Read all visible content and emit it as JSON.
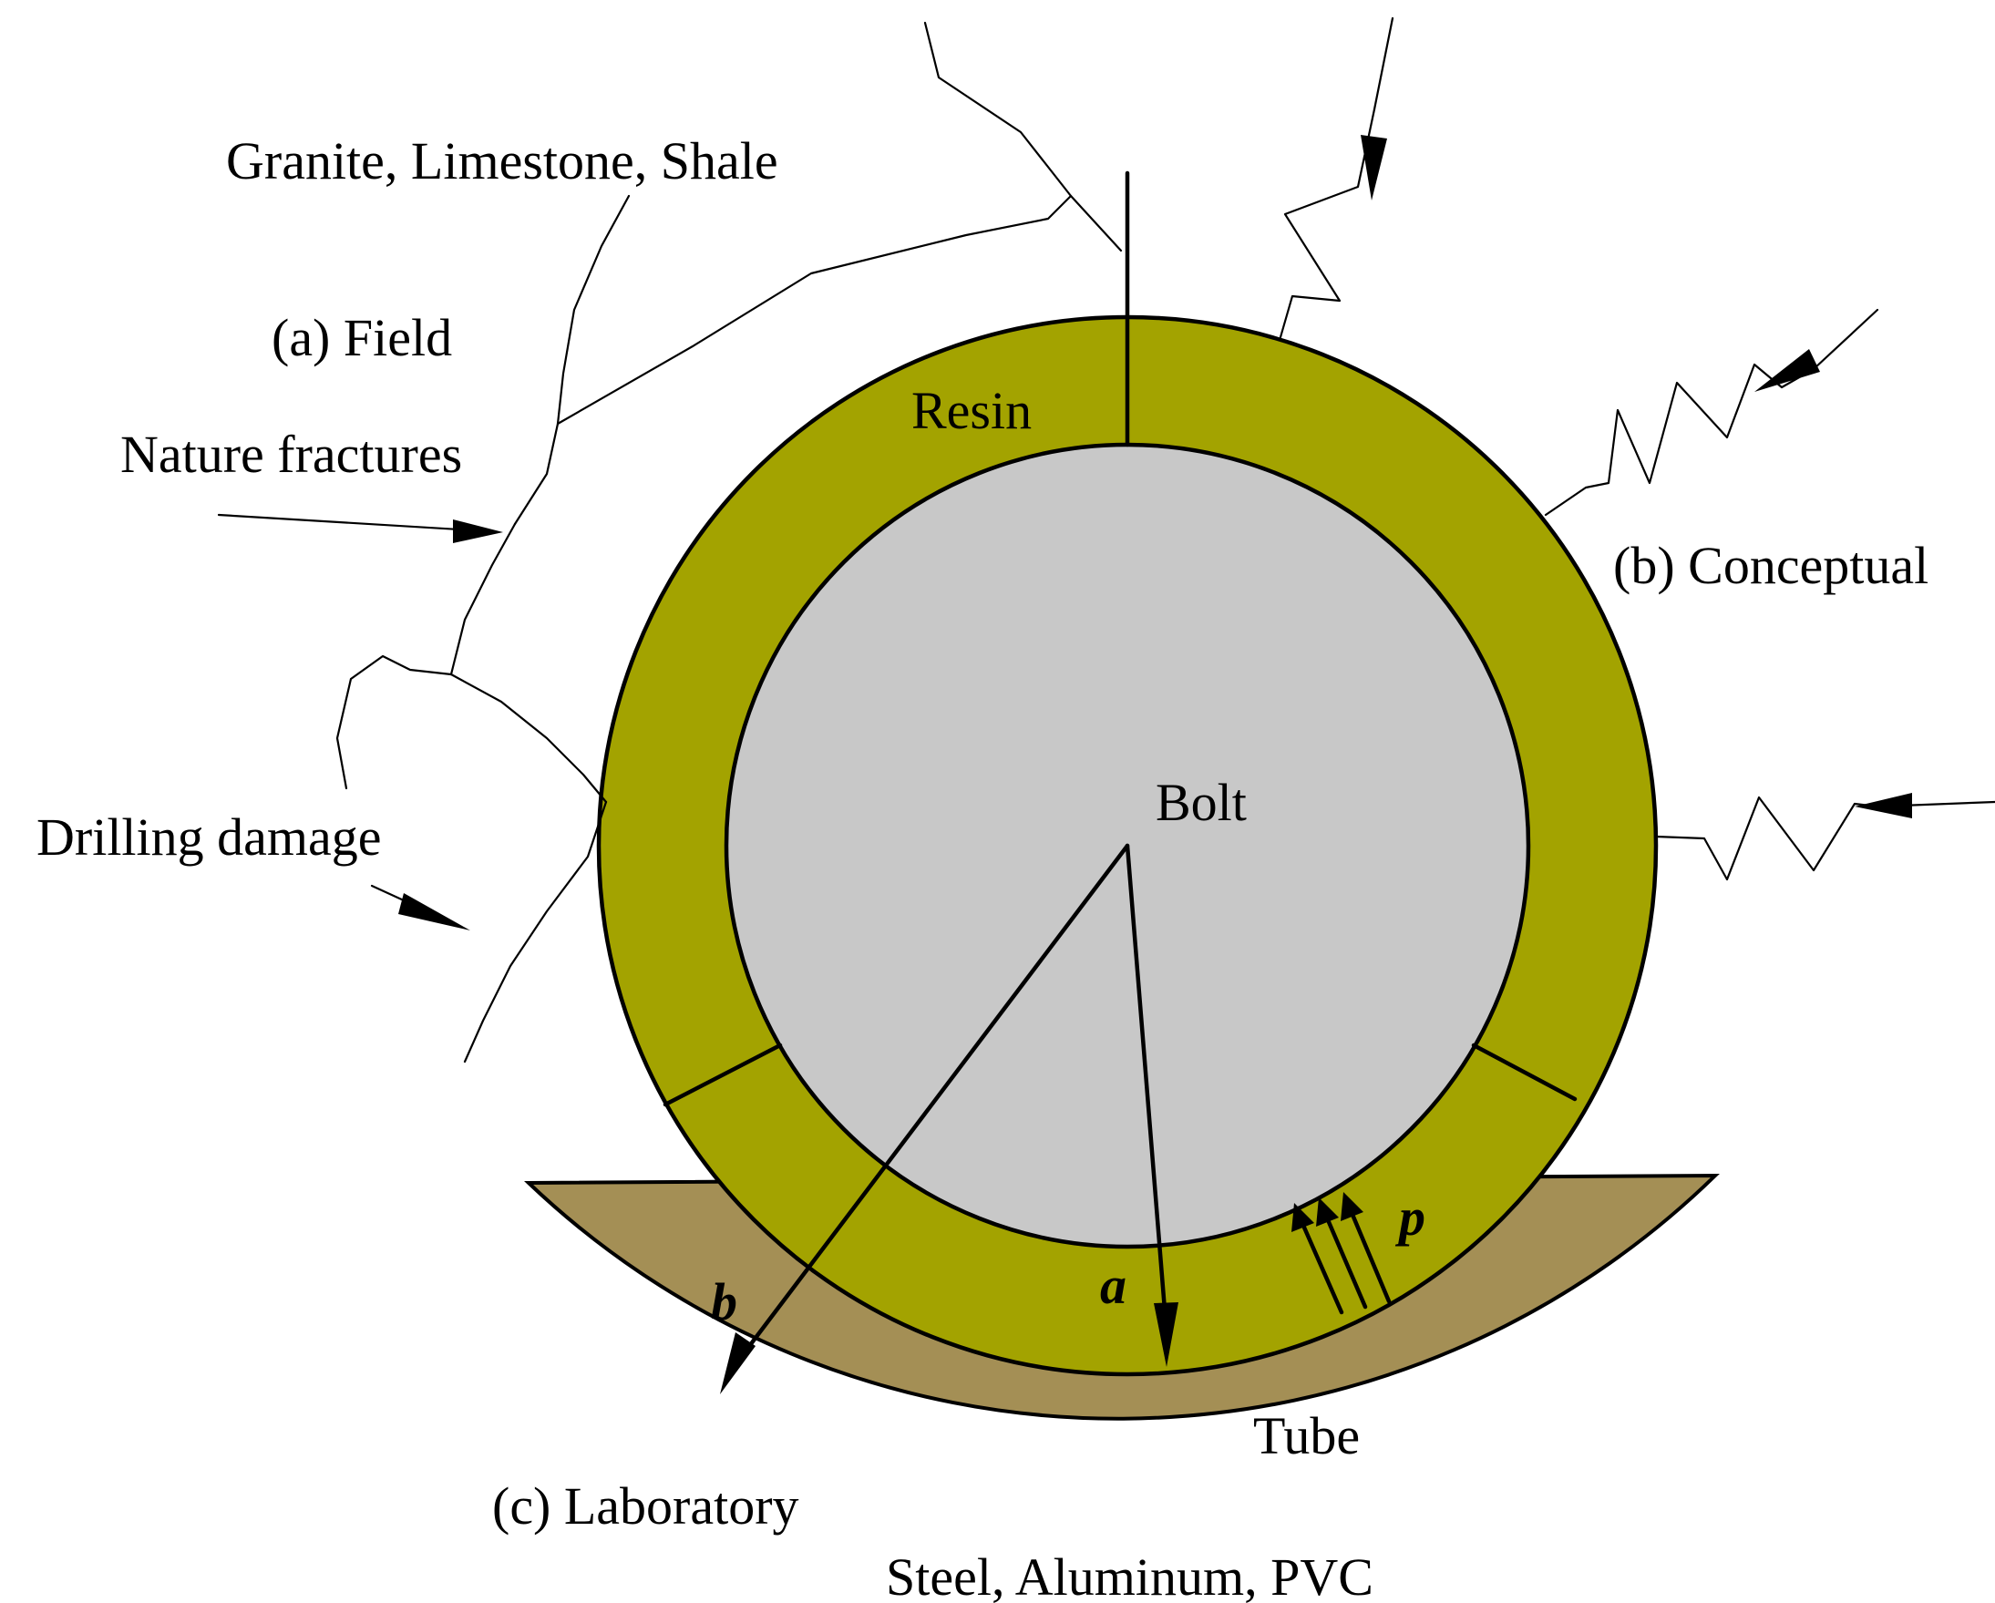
{
  "labels": {
    "rock_types": "Granite, Limestone, Shale",
    "field": "(a) Field",
    "nature_fractures": "Nature fractures",
    "drilling_damage": "Drilling damage",
    "resin": "Resin",
    "bolt": "Bolt",
    "conceptual": "(b) Conceptual",
    "tube": "Tube",
    "laboratory": "(c) Laboratory",
    "tube_materials": "Steel, Aluminum, PVC"
  },
  "symbols": {
    "a": "a",
    "b": "b",
    "p": "p"
  },
  "colors": {
    "resin": "#a3a300",
    "bolt": "#c8c8c8",
    "tube": "#a48f55",
    "stroke": "#000000",
    "background": "#ffffff"
  }
}
